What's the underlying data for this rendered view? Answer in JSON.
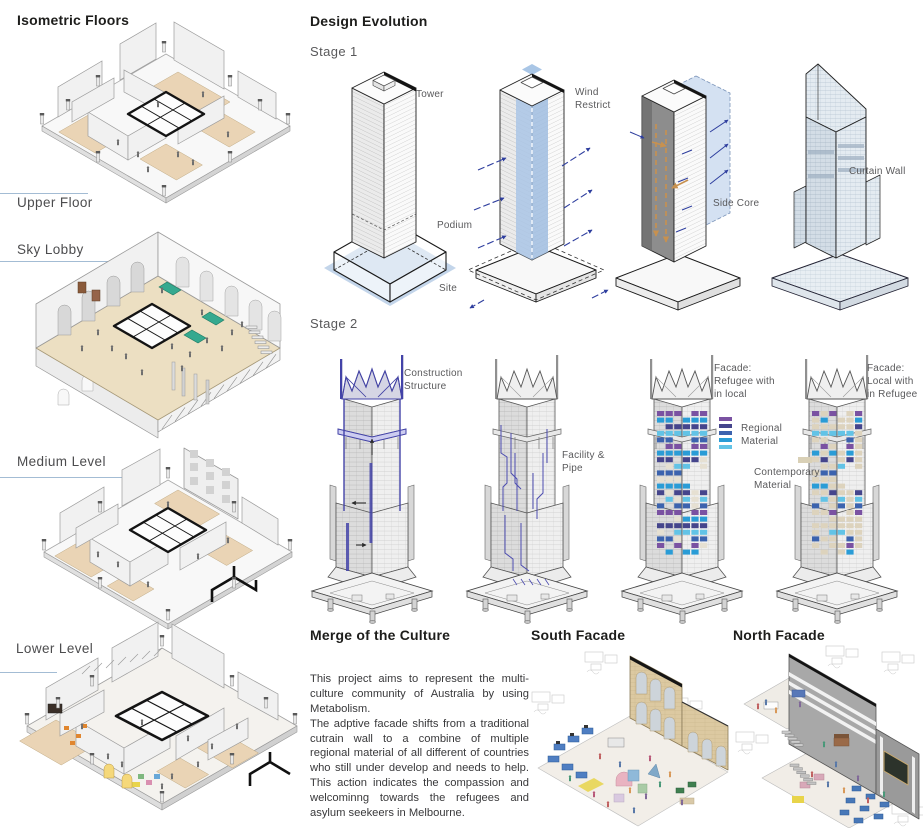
{
  "isometric_floors": {
    "title": "Isometric Floors",
    "floors": [
      {
        "label": "Upper Floor"
      },
      {
        "label": "Sky Lobby"
      },
      {
        "label": "Medium Level"
      },
      {
        "label": "Lower Level"
      }
    ]
  },
  "design_evolution": {
    "title": "Design Evolution",
    "stage1": {
      "label": "Stage 1",
      "annotations": {
        "tower": "Tower",
        "podium": "Podium",
        "site": "Site",
        "wind_restrict": "Wind\nRestrict",
        "side_core": "Side Core",
        "curtain_wall": "Curtain Wall"
      }
    },
    "stage2": {
      "label": "Stage 2",
      "annotations": {
        "construction_structure": "Construction\nStructure",
        "facility_pipe": "Facility &\nPipe",
        "facade_refugee": "Facade:\nRefugee  with\nin local",
        "facade_local": "Facade:\nLocal  with\nin Refugee"
      }
    },
    "legend": {
      "regional": {
        "label": "Regional\nMaterial",
        "colors": [
          "#7a52a2",
          "#45458c",
          "#3c63ae",
          "#2a9cd6",
          "#62c3e6"
        ]
      },
      "contemporary": {
        "label": "Contemporary\nMaterial",
        "color": "#d9d0b6"
      }
    }
  },
  "merge_of_the_culture": {
    "title": "Merge of the Culture",
    "body": "This project aims to represent the multi-culture community of Australia by using Metabolism.\nThe adptive facade shifts from a traditional cutrain wall to a combine of multiple regional material of all different of countries who still under develop and needs to help. This  action indicates the compassion and welcominng towards the refugees and asylum seekeers in Melbourne."
  },
  "south_facade": {
    "title": "South Facade"
  },
  "north_facade": {
    "title": "North Facade"
  },
  "colors": {
    "leader_line": "#a3bcd4",
    "massing_blue": "#b9cde8",
    "arrow_blue": "#2e3e9e",
    "arrow_tan": "#c8914f",
    "structure_blue": "#4343a8"
  }
}
